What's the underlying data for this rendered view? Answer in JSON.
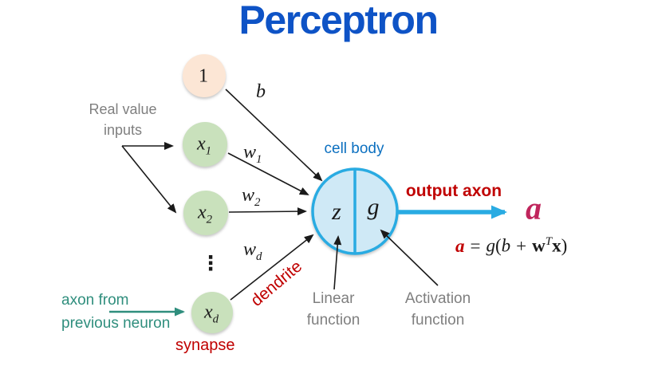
{
  "title": "Perceptron",
  "colors": {
    "title-blue": "#0e53c6",
    "label-blue": "#0c70c0",
    "red": "#c00000",
    "crimson": "#c0255c",
    "teal": "#2f8e7d",
    "gray": "#7f7f7f",
    "node-green": "#c9e1bc",
    "node-peach": "#fce6d5",
    "cell-fill": "#cfe9f6",
    "cyan": "#29abe2",
    "ink": "#1a1a1a"
  },
  "annotations": {
    "real_value_inputs": {
      "line1": "Real value",
      "line2": "inputs"
    },
    "axon_from_previous": {
      "line1": "axon from",
      "line2": "previous neuron"
    },
    "synapse": "synapse",
    "dendrite": "dendrite",
    "cell_body": "cell body",
    "output_axon": "output axon",
    "linear_function": {
      "line1": "Linear",
      "line2": "function"
    },
    "activation_function": {
      "line1": "Activation",
      "line2": "function"
    }
  },
  "nodes": {
    "bias": {
      "label": "1"
    },
    "x1": {
      "base": "x",
      "sub": "1"
    },
    "x2": {
      "base": "x",
      "sub": "2"
    },
    "xd": {
      "base": "x",
      "sub": "d"
    },
    "ellipsis": "⋮",
    "z": "z",
    "g": "g"
  },
  "weights": {
    "b": "b",
    "w1": {
      "base": "w",
      "sub": "1"
    },
    "w2": {
      "base": "w",
      "sub": "2"
    },
    "wd": {
      "base": "w",
      "sub": "d"
    }
  },
  "output": {
    "a": "a"
  },
  "formula": {
    "a": "a",
    "equals": "=",
    "g": "g",
    "open": "(",
    "b": "b",
    "plus": "+",
    "w": "w",
    "transpose": "T",
    "x": "x",
    "close": ")"
  }
}
